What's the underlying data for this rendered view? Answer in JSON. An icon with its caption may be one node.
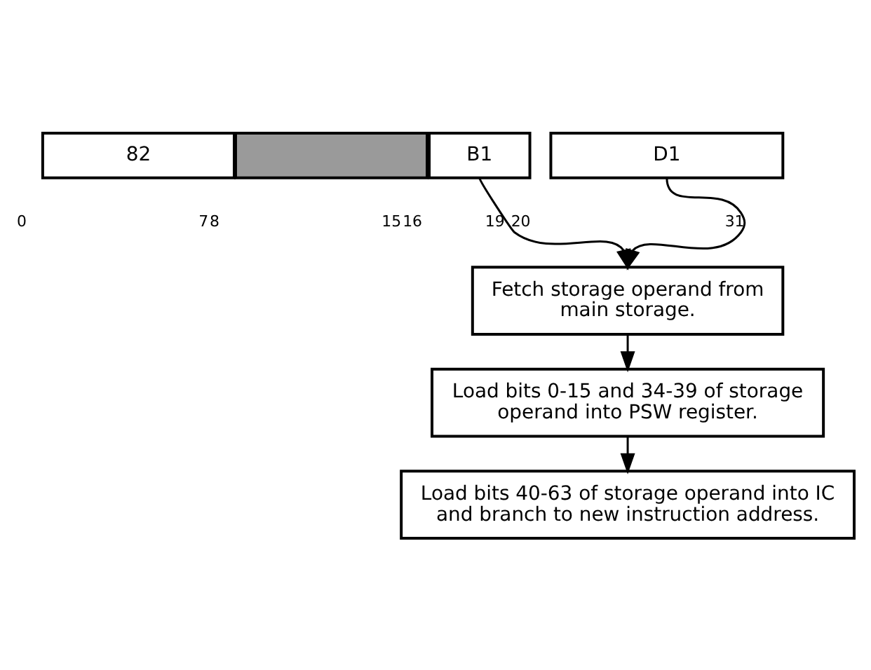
{
  "diagram": {
    "nodes": [
      {
        "text": [
          "82"
        ]
      },
      {
        "text": [],
        "shape": "box"
      },
      {
        "text": [
          "B1"
        ]
      },
      {
        "text": [
          "D1"
        ]
      },
      {
        "text": [
          "Fetch storage operand from main storage."
        ]
      },
      {
        "text": [
          "Load bits 0-15 and 34-39 of storage operand into PSW register."
        ]
      },
      {
        "text": [
          "Load bits 40-63 of storage operand into IC and branch to new instruction address."
        ]
      }
    ],
    "edges": [
      {
        "from": 2,
        "to": 4,
        "arrow": "to"
      },
      {
        "from": 3,
        "to": 4,
        "arrow": "to"
      },
      {
        "from": 4,
        "to": 5,
        "arrow": "to"
      },
      {
        "from": 5,
        "to": 6,
        "arrow": "to"
      }
    ],
    "labels": [
      "0",
      "7",
      "8",
      "15",
      "16",
      "19",
      "20",
      "31"
    ]
  }
}
